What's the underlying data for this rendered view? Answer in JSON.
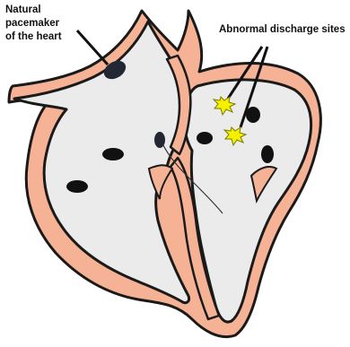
{
  "labels": {
    "pacemaker": [
      "Natural",
      "pacemaker",
      "of the heart"
    ],
    "abnormal": "Abnormal discharge sites"
  },
  "colors": {
    "muscle": "#f5b295",
    "chamber": "#ebebeb",
    "outline": "#1a1a1a",
    "node": "#232733",
    "spark": "#f4f000"
  },
  "icons": {
    "sinoatrial_node": "dark-ellipse",
    "abnormal_site": "yellow-star-burst"
  }
}
